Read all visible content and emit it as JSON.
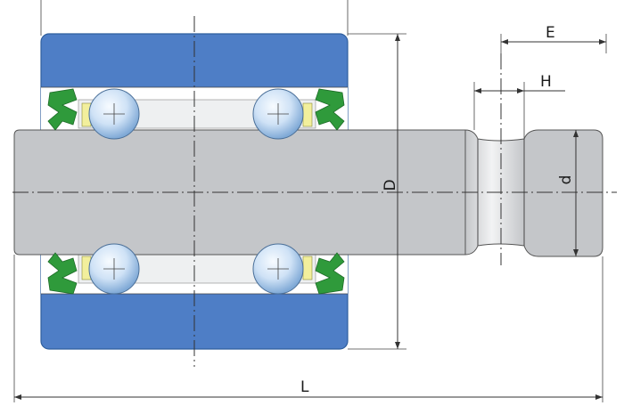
{
  "labels": {
    "E": "E",
    "H": "H",
    "D": "D",
    "d": "d",
    "L": "L"
  },
  "colors": {
    "housing": "#4e7ec6",
    "housing_stroke": "#2f5f9e",
    "shaft": "#c4c6c9",
    "shaft_stroke": "#555555",
    "bore_light": "#eef0f1",
    "seal_green": "#2f9a3b",
    "seal_yellow": "#f2ef9c",
    "ball_light": "#eaf4ff",
    "ball_dark": "#7fa9d6",
    "groove_light": "#eceeef"
  }
}
